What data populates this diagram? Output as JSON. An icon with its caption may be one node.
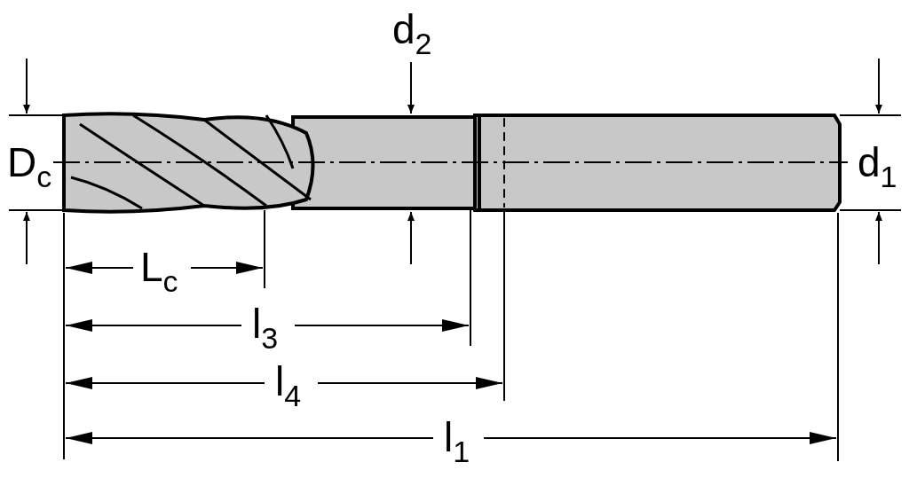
{
  "diagram": {
    "labels": [
      "d$_{2}$",
      "D$_{c}$",
      "d$_{1}$",
      "L$_{c}$",
      "l$_{3}$",
      "l$_{4}$",
      "l$_{1}$"
    ]
  }
}
